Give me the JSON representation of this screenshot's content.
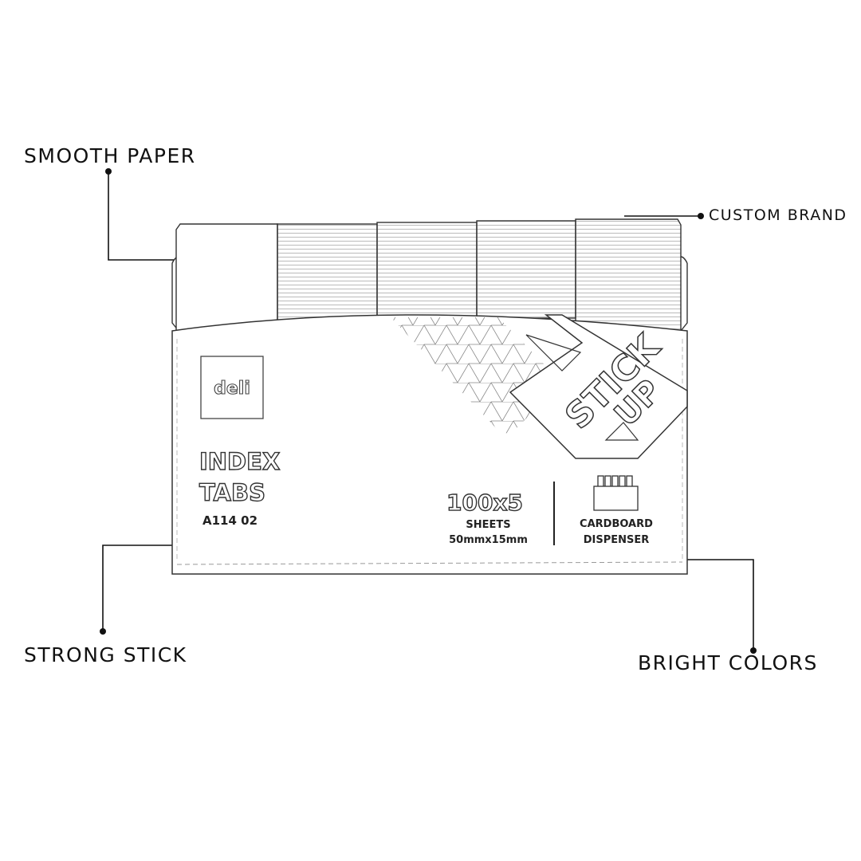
{
  "callouts": {
    "smooth_paper": "SMOOTH PAPER",
    "custom_brand": "CUSTOM BRAND",
    "strong_stick": "STRONG STICK",
    "bright_colors": "BRIGHT COLORS"
  },
  "package": {
    "brand": "deli",
    "title_line1": "INDEX",
    "title_line2": "TABS",
    "model": "A114 02",
    "count": "100x5",
    "sheets_label": "SHEETS",
    "size": "50mmx15mm",
    "dispenser_line1": "CARDBOARD",
    "dispenser_line2": "DISPENSER",
    "badge_line1": "STICK",
    "badge_line2": "UP"
  }
}
